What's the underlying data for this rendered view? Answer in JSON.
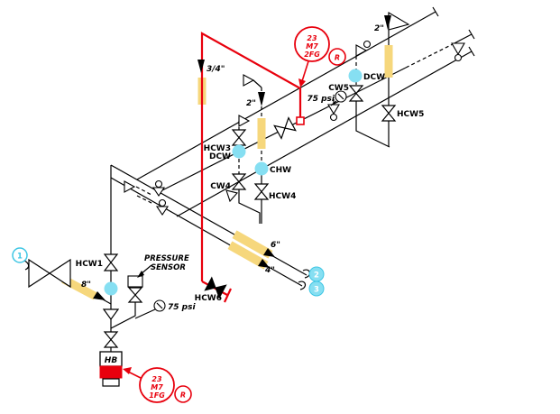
{
  "diagram": {
    "labels": {
      "tag_top_line1": "23",
      "tag_top_line2": "M7",
      "tag_top_line3": "2FG",
      "tag_top_rev": "R",
      "tag_bottom_line1": "23",
      "tag_bottom_line2": "M7",
      "tag_bottom_line3": "1FG",
      "tag_bottom_rev": "R",
      "size_three_quarter": "3/4\"",
      "size_two_top": "2\"",
      "size_two_mid": "2\"",
      "size_eight": "8\"",
      "size_six": "6\"",
      "size_four": "4\"",
      "psi_top": "75 psi",
      "psi_bottom": "75 psi",
      "hcw1": "HCW1",
      "hcw3": "HCW3",
      "hcw4": "HCW4",
      "hcw5": "HCW5",
      "hcw6": "HCW6",
      "cw4": "CW4",
      "cw5": "CW5",
      "dcw_top": "DCW",
      "dcw_mid": "DCW",
      "chw": "CHW",
      "pressure_sensor_1": "PRESSURE",
      "pressure_sensor_2": "SENSOR",
      "hb": "HB",
      "point_1": "1",
      "point_2": "2",
      "point_3": "3"
    },
    "colors": {
      "pipe_red": "#e8000d",
      "insulation_yellow": "#f6d77c",
      "connection_cyan": "#86dff2",
      "line_black": "#000000"
    }
  }
}
